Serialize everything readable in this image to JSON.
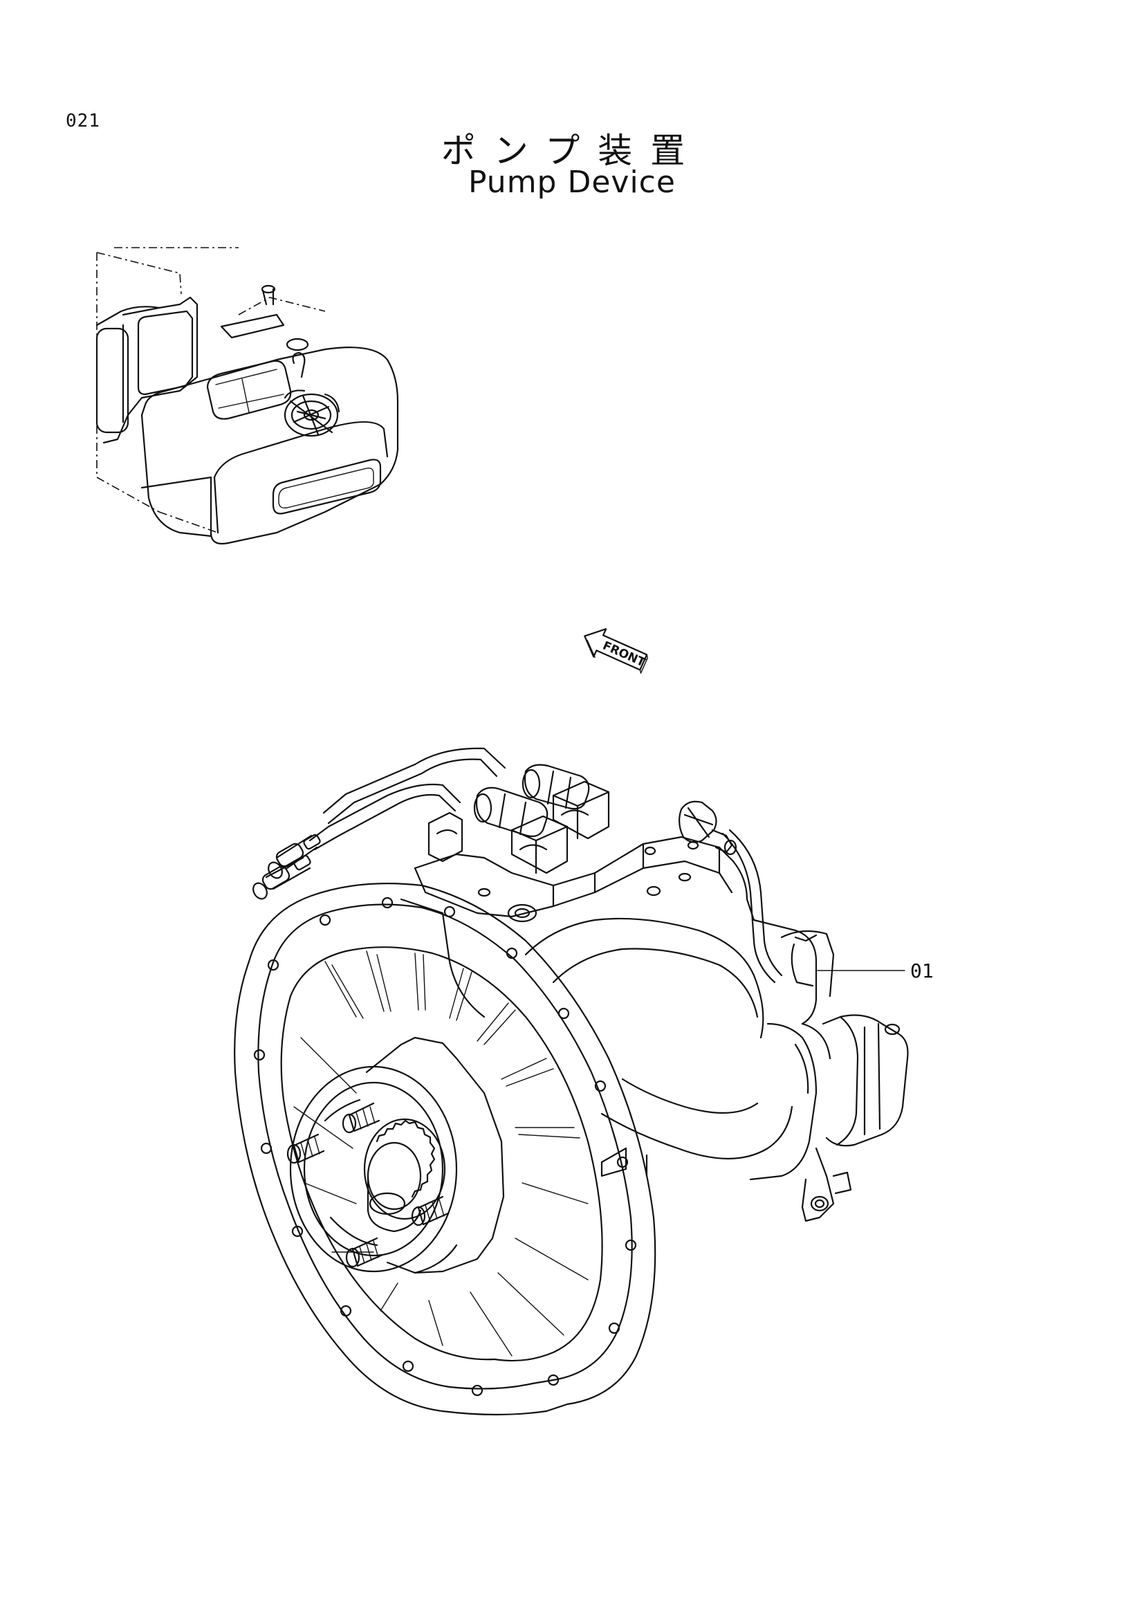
{
  "page": {
    "number": "021"
  },
  "title": {
    "japanese": "ポンプ装置",
    "english": "Pump Device"
  },
  "direction_marker": {
    "label": "FRONT"
  },
  "callouts": [
    {
      "label": "01"
    }
  ]
}
